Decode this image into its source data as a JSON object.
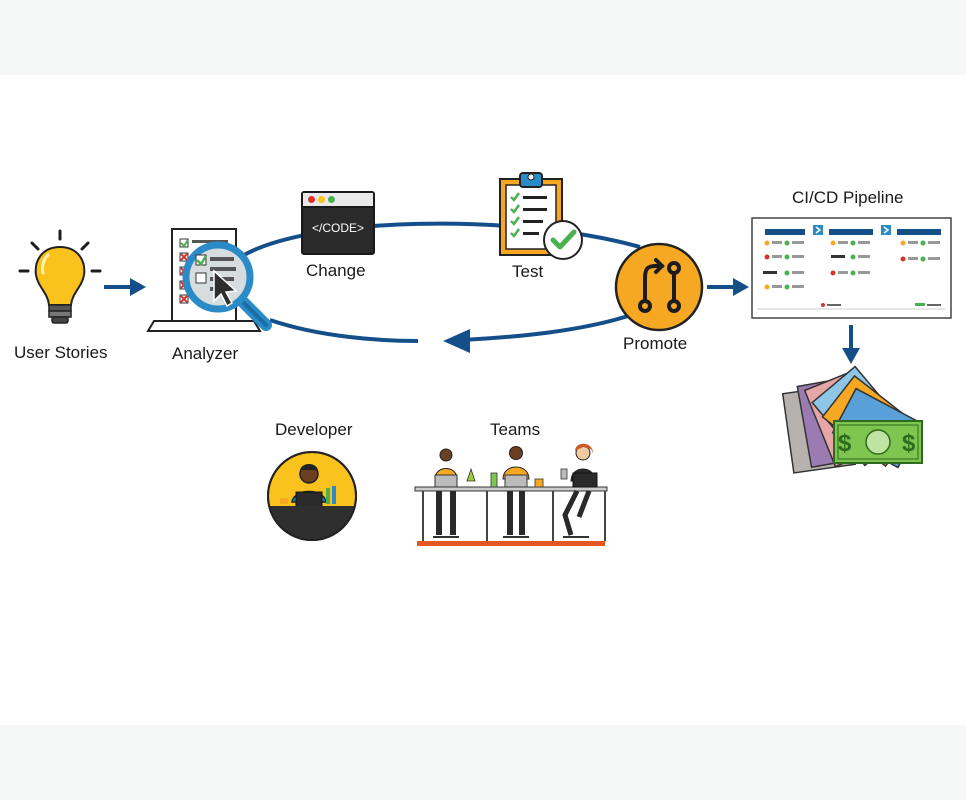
{
  "labels": {
    "user_stories": "User Stories",
    "analyzer": "Analyzer",
    "change": "Change",
    "code": "</CODE>",
    "test": "Test",
    "promote": "Promote",
    "pipeline": "CI/CD Pipeline",
    "developer": "Developer",
    "teams": "Teams"
  },
  "colors": {
    "flow_blue": "#154f8a",
    "bulb_yellow": "#f9c21d",
    "promote_orange": "#f7a823",
    "magnifier_blue": "#2b8bc6",
    "code_window": "#2a2a2a",
    "money_green": "#7ec650",
    "check_green": "#4caf50",
    "reject_red": "#d9342b"
  },
  "icons": {
    "user_stories": "lightbulb-icon",
    "analyzer": "laptop-magnifier-icon",
    "change": "code-window-icon",
    "test": "checklist-clipboard-icon",
    "promote": "pull-request-icon",
    "pipeline": "pipeline-board-icon",
    "money": "banknotes-icon",
    "developer": "developer-at-desk-icon",
    "teams": "team-at-desks-icon"
  }
}
